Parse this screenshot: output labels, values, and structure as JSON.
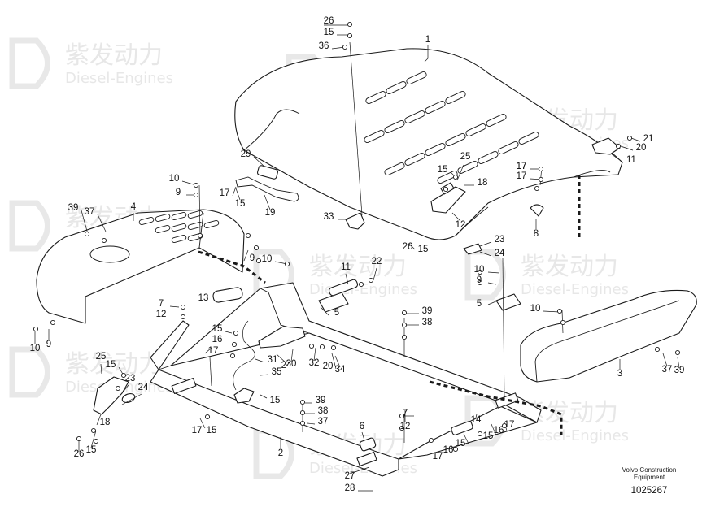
{
  "watermark": {
    "cn": "紫发动力",
    "en": "Diesel-Engines"
  },
  "footer": {
    "line1": "Volvo Construction",
    "line2": "Equipment",
    "figure_number": "1025267"
  },
  "callouts": [
    "1",
    "2",
    "3",
    "4",
    "5",
    "5",
    "6",
    "7",
    "7",
    "8",
    "9",
    "9",
    "9",
    "9",
    "10",
    "10",
    "10",
    "10",
    "10",
    "11",
    "11",
    "12",
    "12",
    "12",
    "13",
    "14",
    "15",
    "15",
    "15",
    "15",
    "15",
    "15",
    "15",
    "15",
    "15",
    "15",
    "15",
    "16",
    "16",
    "16",
    "17",
    "17",
    "17",
    "17",
    "17",
    "17",
    "17",
    "17",
    "18",
    "18",
    "19",
    "20",
    "20",
    "21",
    "22",
    "23",
    "23",
    "24",
    "24",
    "24",
    "25",
    "25",
    "26",
    "26",
    "26",
    "27",
    "28",
    "29",
    "30",
    "31",
    "32",
    "33",
    "34",
    "35",
    "36",
    "37",
    "37",
    "37",
    "38",
    "38",
    "39",
    "39",
    "39",
    "39"
  ]
}
